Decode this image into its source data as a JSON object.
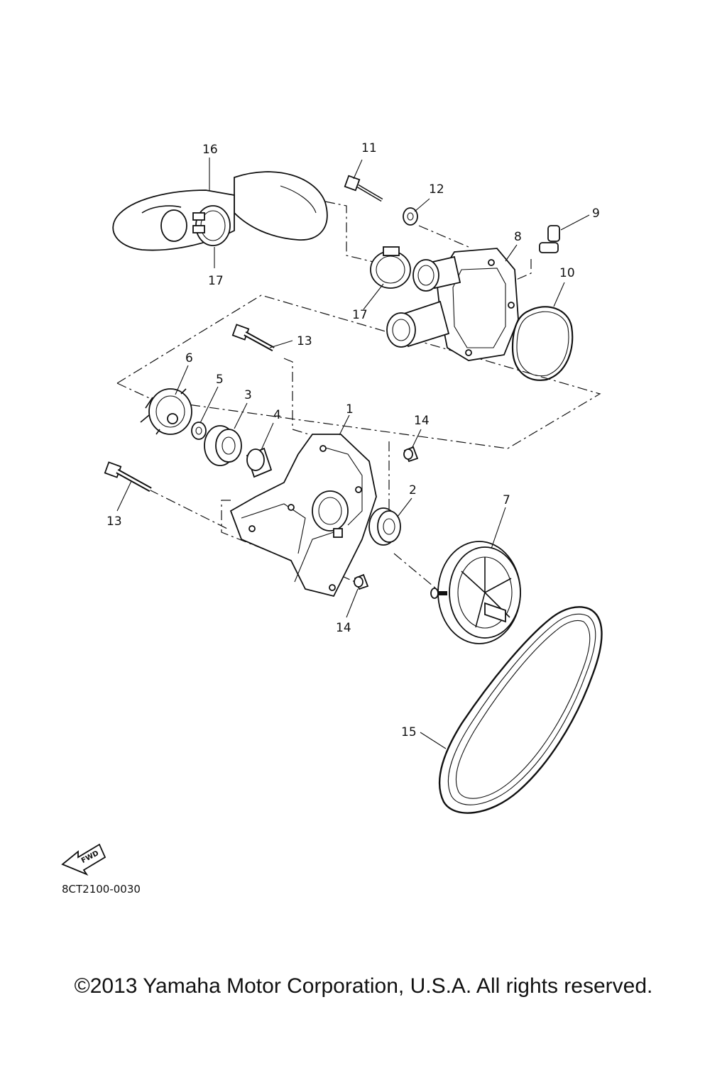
{
  "diagram": {
    "callouts": [
      {
        "id": "c1",
        "text": "1"
      },
      {
        "id": "c2",
        "text": "2"
      },
      {
        "id": "c3",
        "text": "3"
      },
      {
        "id": "c4",
        "text": "4"
      },
      {
        "id": "c5",
        "text": "5"
      },
      {
        "id": "c6",
        "text": "6"
      },
      {
        "id": "c7",
        "text": "7"
      },
      {
        "id": "c8",
        "text": "8"
      },
      {
        "id": "c9",
        "text": "9"
      },
      {
        "id": "c10",
        "text": "10"
      },
      {
        "id": "c11",
        "text": "11"
      },
      {
        "id": "c12",
        "text": "12"
      },
      {
        "id": "c13a",
        "text": "13"
      },
      {
        "id": "c13b",
        "text": "13"
      },
      {
        "id": "c14a",
        "text": "14"
      },
      {
        "id": "c14b",
        "text": "14"
      },
      {
        "id": "c15",
        "text": "15"
      },
      {
        "id": "c16",
        "text": "16"
      },
      {
        "id": "c17a",
        "text": "17"
      },
      {
        "id": "c17b",
        "text": "17"
      }
    ],
    "fwd_label": "FWD",
    "diagram_code": "8CT2100-0030"
  },
  "footer": {
    "copyright": "©2013 Yamaha Motor Corporation, U.S.A. All rights reserved."
  }
}
